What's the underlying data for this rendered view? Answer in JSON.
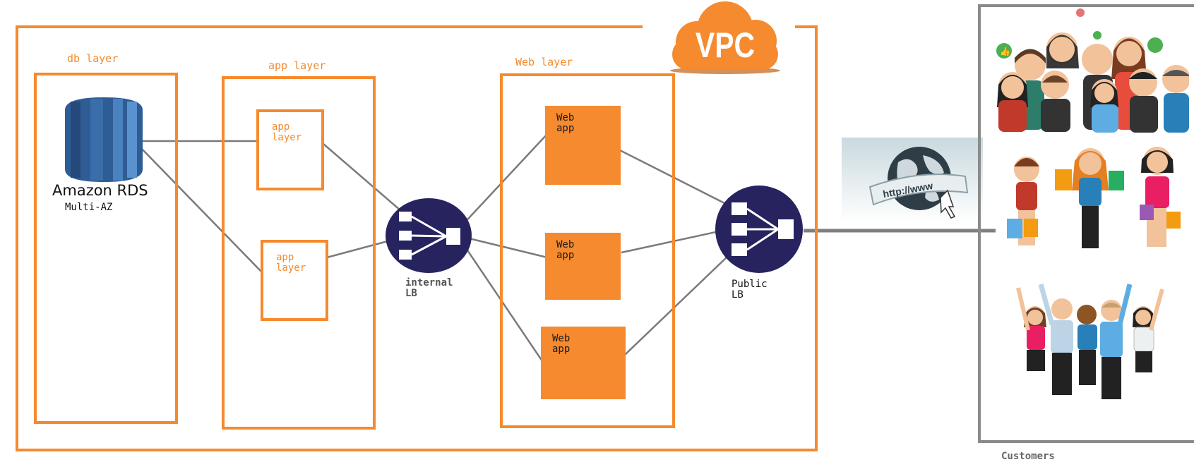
{
  "vpc": {
    "label": "VPC",
    "color": "#f58a2e"
  },
  "db_layer": {
    "title": "db layer",
    "rds_label": "Amazon RDS",
    "rds_sub": "Multi-AZ",
    "icon": "database-icon",
    "rds_color": "#2e5c94"
  },
  "app_layer": {
    "title": "app layer",
    "boxes": [
      {
        "label": "app layer"
      },
      {
        "label": "app layer"
      }
    ]
  },
  "internal_lb": {
    "label": "internal LB",
    "icon": "load-balancer-icon",
    "color": "#26235f"
  },
  "web_layer": {
    "title": "Web layer",
    "boxes": [
      {
        "label": "Web app"
      },
      {
        "label": "Web app"
      },
      {
        "label": "Web app"
      }
    ]
  },
  "public_lb": {
    "label": "Public LB",
    "icon": "load-balancer-icon",
    "color": "#26235f"
  },
  "internet": {
    "icon": "globe-icon",
    "url_text": "http://www"
  },
  "customers": {
    "label": "Customers",
    "icons": [
      "crowd-icon",
      "shoppers-icon",
      "cheering-people-icon"
    ]
  }
}
